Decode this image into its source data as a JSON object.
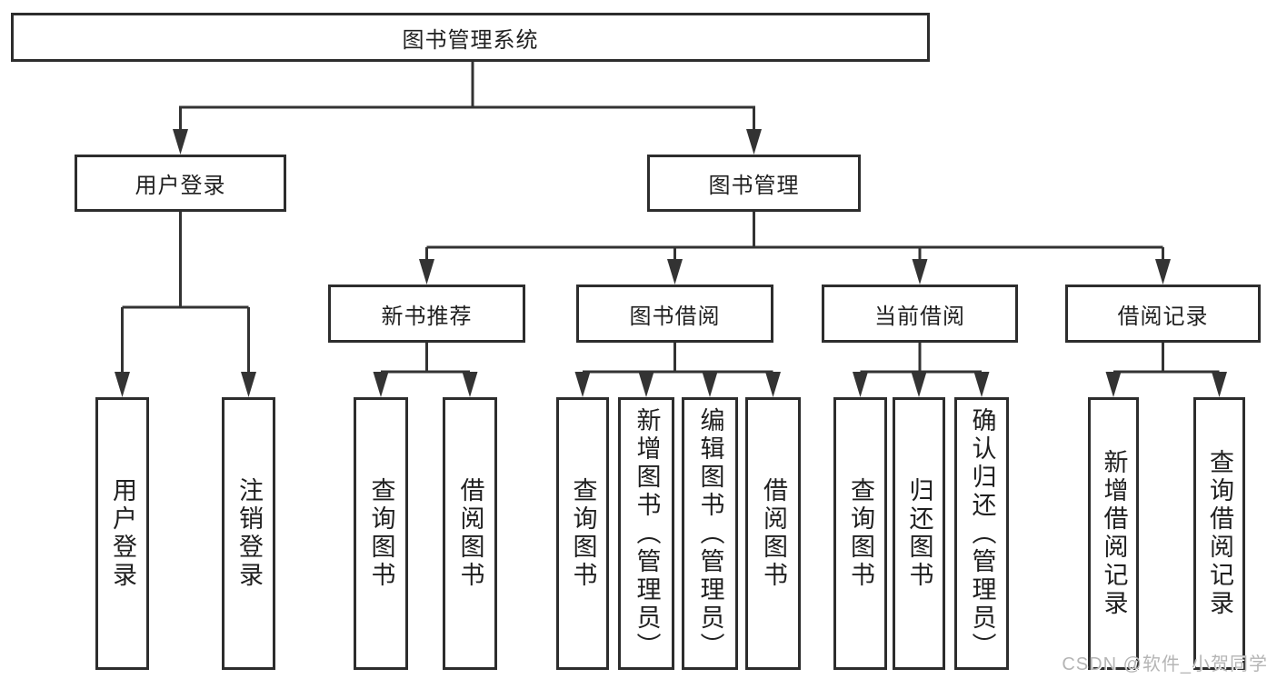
{
  "diagram": {
    "root": {
      "label": "图书管理系统"
    },
    "level2": [
      {
        "label": "用户登录"
      },
      {
        "label": "图书管理"
      }
    ],
    "level3": [
      {
        "label": "新书推荐"
      },
      {
        "label": "图书借阅"
      },
      {
        "label": "当前借阅"
      },
      {
        "label": "借阅记录"
      }
    ],
    "leaves": [
      {
        "label": "用户登录"
      },
      {
        "label": "注销登录"
      },
      {
        "label": "查询图书"
      },
      {
        "label": "借阅图书"
      },
      {
        "label": "查询图书"
      },
      {
        "label": "新增图书（管理员）"
      },
      {
        "label": "编辑图书（管理员）"
      },
      {
        "label": "借阅图书"
      },
      {
        "label": "查询图书"
      },
      {
        "label": "归还图书"
      },
      {
        "label": "确认归还（管理员）"
      },
      {
        "label": "新增借阅记录"
      },
      {
        "label": "查询借阅记录"
      }
    ]
  },
  "watermark": {
    "text": "CSDN @软件_小贺同学"
  },
  "colors": {
    "line": "#333333",
    "border": "#2d2d2d",
    "text": "#1f1f1f",
    "watermark": "#b5b5b5",
    "background": "#ffffff"
  }
}
